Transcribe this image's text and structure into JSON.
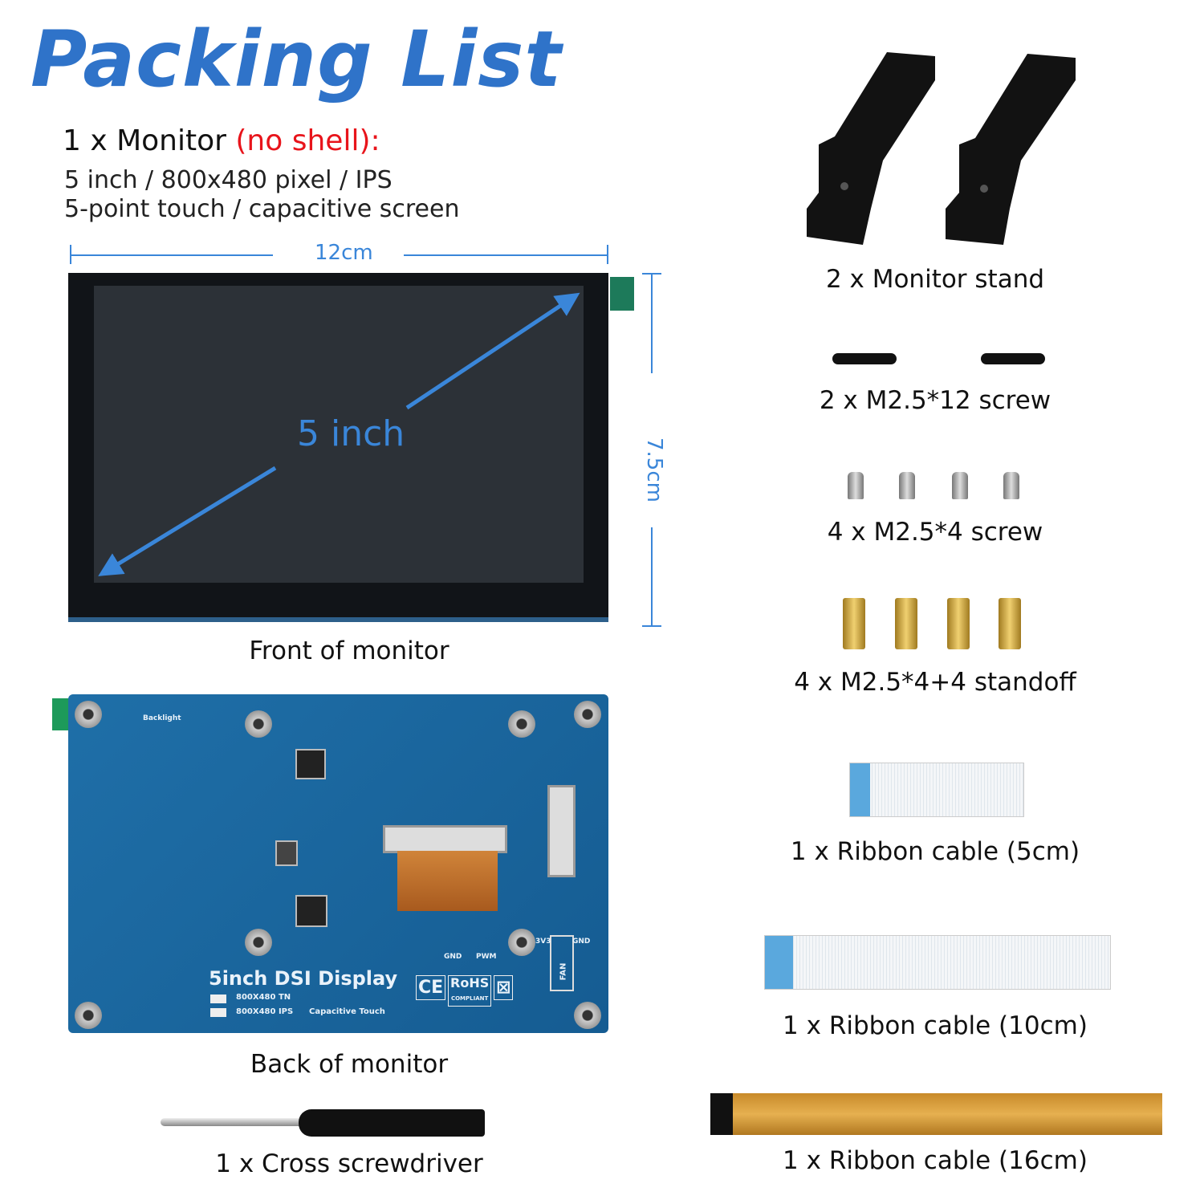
{
  "title": "Packing List",
  "monitor": {
    "heading": "1 x Monitor ",
    "heading_note": "(no shell):",
    "spec1": "5 inch / 800x480 pixel / IPS",
    "spec2": "5-point touch / capacitive screen",
    "width_label": "12cm",
    "height_label": "7.5cm",
    "diagonal_label": "5 inch",
    "front_caption": "Front of monitor",
    "back_caption": "Back of monitor",
    "pcb": {
      "name": "5inch DSI Display",
      "opt1": "800X480 TN",
      "opt2": "800X480 IPS",
      "touch": "Capacitive Touch",
      "gnd": "GND",
      "pwm": "PWM",
      "backlight": "Backlight",
      "pin_3v3": "3V3",
      "pin_gnd": "GND",
      "fan": "FAN",
      "ce": "CE",
      "rohs": "RoHS",
      "rohs_sub": "COMPLIANT"
    }
  },
  "items": [
    {
      "label": "2 x Monitor stand"
    },
    {
      "label": "2 x M2.5*12 screw"
    },
    {
      "label": "4 x M2.5*4 screw"
    },
    {
      "label": "4 x M2.5*4+4 standoff"
    },
    {
      "label": "1 x Ribbon cable (5cm)"
    },
    {
      "label": "1 x Ribbon cable (10cm)"
    },
    {
      "label": "1 x Ribbon cable (16cm)"
    },
    {
      "label": "1 x Cross screwdriver"
    }
  ],
  "colors": {
    "title": "#2f73c9",
    "note": "#e8141b",
    "dimension": "#3a86d9"
  }
}
